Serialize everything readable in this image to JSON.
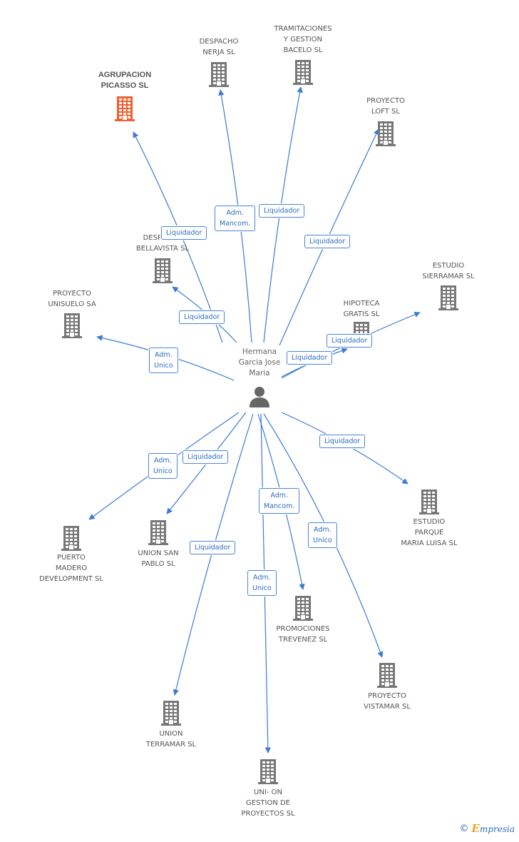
{
  "center": {
    "label": "Hermana\nGarcia Jose\nMaria",
    "icon": "person-icon"
  },
  "nodes": [
    {
      "id": "agrupacion-picasso",
      "label": "AGRUPACION\nPICASSO SL",
      "highlight": true,
      "color": "#f06030",
      "icon": "building-icon"
    },
    {
      "id": "despacho-nerja",
      "label": "DESPACHO\nNERJA SL",
      "highlight": false,
      "color": "#777777",
      "icon": "building-icon"
    },
    {
      "id": "tramitaciones-bacelo",
      "label": "TRAMITACIONES\nY GESTION\nBACELO SL",
      "highlight": false,
      "color": "#777777",
      "icon": "building-icon"
    },
    {
      "id": "proyecto-loft",
      "label": "PROYECTO\nLOFT SL",
      "highlight": false,
      "color": "#777777",
      "icon": "building-icon"
    },
    {
      "id": "despacho-bellavista",
      "label": "DESPACHO\nBELLAVISTA SL",
      "highlight": false,
      "color": "#777777",
      "icon": "building-icon"
    },
    {
      "id": "estudio-sierramar",
      "label": "ESTUDIO\nSIERRAMAR SL",
      "highlight": false,
      "color": "#777777",
      "icon": "building-icon"
    },
    {
      "id": "proyecto-unisuelo",
      "label": "PROYECTO\nUNISUELO SA",
      "highlight": false,
      "color": "#777777",
      "icon": "building-icon"
    },
    {
      "id": "hipoteca-gratis",
      "label": "HIPOTECA\nGRATIS SL",
      "highlight": false,
      "color": "#777777",
      "icon": "building-icon"
    },
    {
      "id": "estudio-parque",
      "label": "ESTUDIO\nPARQUE\nMARIA LUISA SL",
      "highlight": false,
      "color": "#777777",
      "icon": "building-icon"
    },
    {
      "id": "puerto-madero",
      "label": "PUERTO\nMADERO\nDEVELOPMENT SL",
      "highlight": false,
      "color": "#777777",
      "icon": "building-icon"
    },
    {
      "id": "union-san-pablo",
      "label": "UNION SAN\nPABLO SL",
      "highlight": false,
      "color": "#777777",
      "icon": "building-icon"
    },
    {
      "id": "promociones-trevenez",
      "label": "PROMOCIONES\nTREVENEZ SL",
      "highlight": false,
      "color": "#777777",
      "icon": "building-icon"
    },
    {
      "id": "proyecto-vistamar",
      "label": "PROYECTO\nVISTAMAR SL",
      "highlight": false,
      "color": "#777777",
      "icon": "building-icon"
    },
    {
      "id": "union-terramar",
      "label": "UNION\nTERRAMAR SL",
      "highlight": false,
      "color": "#777777",
      "icon": "building-icon"
    },
    {
      "id": "union-gestion",
      "label": "UNI- ON\nGESTION DE\nPROYECTOS SL",
      "highlight": false,
      "color": "#777777",
      "icon": "building-icon"
    }
  ],
  "relations": [
    {
      "target": "agrupacion-picasso",
      "role": "Liquidador"
    },
    {
      "target": "despacho-nerja",
      "role": "Adm.\nMancom."
    },
    {
      "target": "tramitaciones-bacelo",
      "role": "Liquidador"
    },
    {
      "target": "proyecto-loft",
      "role": "Liquidador"
    },
    {
      "target": "despacho-bellavista",
      "role": "Liquidador"
    },
    {
      "target": "proyecto-unisuelo",
      "role": "Adm.\nUnico"
    },
    {
      "target": "estudio-sierramar",
      "role": "Liquidador"
    },
    {
      "target": "hipoteca-gratis",
      "role": "Liquidador"
    },
    {
      "target": "estudio-parque",
      "role": "Liquidador"
    },
    {
      "target": "puerto-madero",
      "role": "Adm.\nUnico"
    },
    {
      "target": "union-san-pablo",
      "role": "Liquidador"
    },
    {
      "target": "promociones-trevenez",
      "role": "Adm.\nMancom."
    },
    {
      "target": "proyecto-vistamar",
      "role": "Adm.\nUnico"
    },
    {
      "target": "union-terramar",
      "role": "Liquidador"
    },
    {
      "target": "union-gestion",
      "role": "Adm.\nUnico"
    }
  ],
  "footer": {
    "copyright": "©",
    "brand_initial": "E",
    "brand_rest": "mpresia"
  },
  "colors": {
    "edge": "#3a7bd5",
    "building": "#777777",
    "highlight": "#f06030",
    "person": "#666666"
  }
}
